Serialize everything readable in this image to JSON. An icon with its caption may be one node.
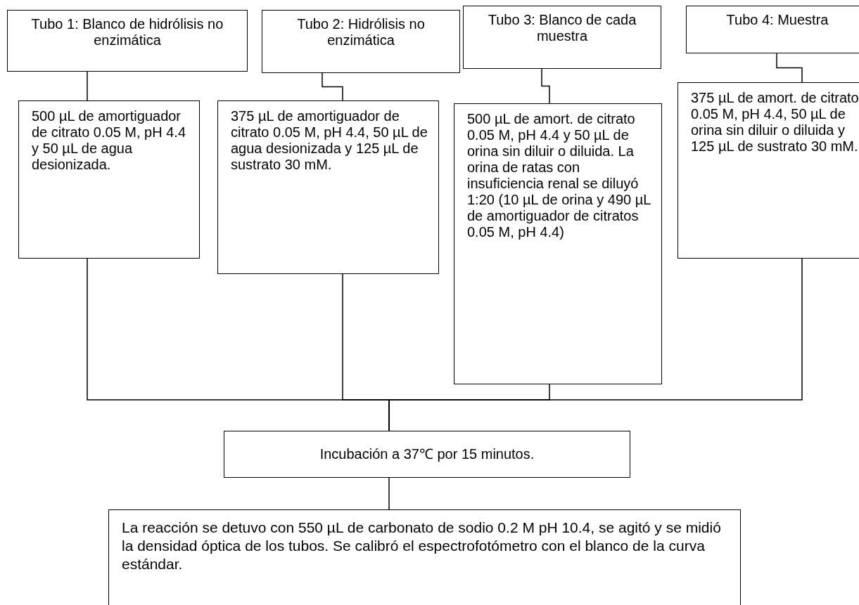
{
  "diagram": {
    "nodes": [
      {
        "text": [
          "Tubo 1: Blanco de hidrólisis no enzimática"
        ]
      },
      {
        "text": [
          "Tubo 2: Hidrólisis no enzimática"
        ]
      },
      {
        "text": [
          "Tubo 3: Blanco de cada muestra"
        ]
      },
      {
        "text": [
          "Tubo 4: Muestra"
        ]
      },
      {
        "text": [
          "500 µL de amortiguador de citrato 0.05 M, pH 4.4 y 50 µL de agua desionizada."
        ]
      },
      {
        "text": [
          "375 µL de amortiguador de citrato 0.05 M, pH 4.4, 50 µL de agua desionizada y 125 µL de sustrato 30 mM."
        ]
      },
      {
        "text": [
          "500 µL de amort. de citrato 0.05 M, pH 4.4 y 50 µL de orina sin diluir o diluida. La orina de ratas con insuficiencia renal se diluyó 1:20 (10 µL de orina y 490 µL de amortiguador de citratos 0.05 M, pH 4.4)"
        ]
      },
      {
        "text": [
          "375 µL de amort. de citrato 0.05 M, pH 4.4, 50 µL de orina sin diluir o diluida y 125 µL de sustrato 30 mM."
        ]
      },
      {
        "text": [
          "Incubación a 37℃ por 15 minutos."
        ]
      },
      {
        "text": [
          "La reacción se detuvo con 550 µL de carbonato de sodio 0.2 M pH 10.4, se agitó y se midió la densidad óptica de los tubos. Se calibró el espectrofotómetro con el blanco de la curva estándar."
        ]
      }
    ],
    "edges": [
      {
        "from": 0,
        "to": 4,
        "arrow": "none"
      },
      {
        "from": 1,
        "to": 5,
        "arrow": "none"
      },
      {
        "from": 2,
        "to": 6,
        "arrow": "none"
      },
      {
        "from": 3,
        "to": 7,
        "arrow": "none"
      },
      {
        "from": 4,
        "to": 8,
        "arrow": "none"
      },
      {
        "from": 5,
        "to": 8,
        "arrow": "none"
      },
      {
        "from": 6,
        "to": 8,
        "arrow": "none"
      },
      {
        "from": 7,
        "to": 8,
        "arrow": "none"
      },
      {
        "from": 8,
        "to": 9,
        "arrow": "none"
      }
    ]
  }
}
